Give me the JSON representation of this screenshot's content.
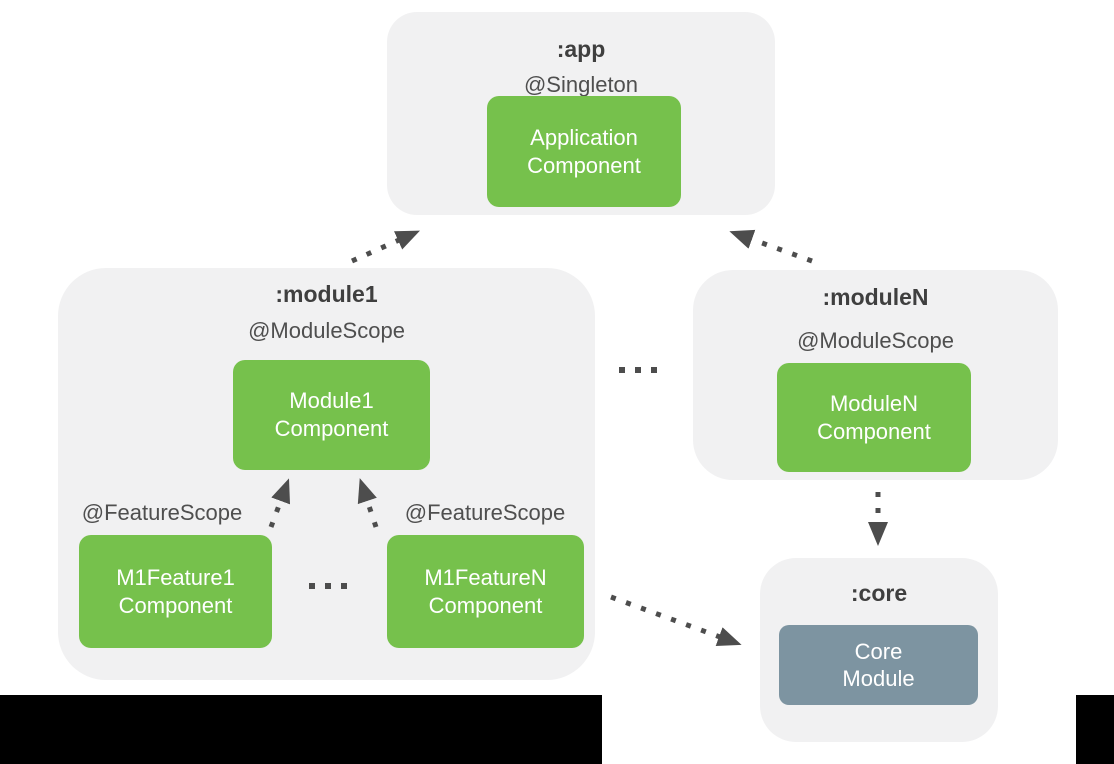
{
  "colors": {
    "green": "#76C14C",
    "slate": "#7D94A1",
    "container-bg": "#F1F1F2",
    "title-text": "#3F3F3F",
    "label-text": "#4F4F4F",
    "arrow": "#4D4D4D",
    "box-text": "#FFFFFF",
    "letterbox": "#000000"
  },
  "app": {
    "title": ":app",
    "scope": "@Singleton",
    "component_line1": "Application",
    "component_line2": "Component"
  },
  "module1": {
    "title": ":module1",
    "scope": "@ModuleScope",
    "feature_scope_left": "@FeatureScope",
    "feature_scope_right": "@FeatureScope",
    "component_line1": "Module1",
    "component_line2": "Component",
    "feature1_line1": "M1Feature1",
    "feature1_line2": "Component",
    "featureN_line1": "M1FeatureN",
    "featureN_line2": "Component"
  },
  "moduleN": {
    "title": ":moduleN",
    "scope": "@ModuleScope",
    "component_line1": "ModuleN",
    "component_line2": "Component"
  },
  "core": {
    "title": ":core",
    "component_line1": "Core",
    "component_line2": "Module"
  },
  "decorations": {
    "ellipsis_between_modules": "...",
    "ellipsis_between_features": "..."
  }
}
